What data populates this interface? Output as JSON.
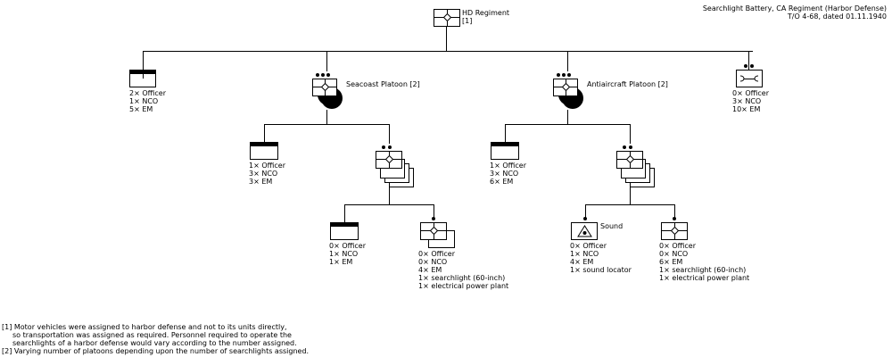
{
  "title": {
    "line1": "Searchlight Battery, CA Regiment (Harbor Defense)",
    "line2": "T/O 4-68, dated 01.11.1940"
  },
  "regiment": {
    "name": "HD Regiment",
    "note": "[1]"
  },
  "battery_hq": {
    "lines": [
      "2× Officer",
      "1× NCO",
      "5× EM"
    ]
  },
  "maintenance": {
    "icon": "wrench-icon",
    "lines": [
      "0× Officer",
      "3× NCO",
      "10× EM"
    ]
  },
  "seacoast_platoon": {
    "name": "Seacoast Platoon [2]",
    "hq": {
      "lines": [
        "1× Officer",
        "3× NCO",
        "3× EM"
      ]
    },
    "section_hq": {
      "lines": [
        "0× Officer",
        "1× NCO",
        "1× EM"
      ]
    },
    "searchlight_squad": {
      "lines": [
        "0× Officer",
        "0× NCO",
        "4× EM",
        "1× searchlight (60-inch)",
        "1× electrical power plant"
      ]
    }
  },
  "antiaircraft_platoon": {
    "name": "Antiaircraft Platoon [2]",
    "hq": {
      "lines": [
        "1× Officer",
        "3× NCO",
        "6× EM"
      ]
    },
    "sound_squad": {
      "name": "Sound",
      "icon": "sound-locator-icon",
      "lines": [
        "0× Officer",
        "1× NCO",
        "4× EM",
        "1× sound locator"
      ]
    },
    "searchlight_squad": {
      "lines": [
        "0× Officer",
        "0× NCO",
        "6× EM",
        "1× searchlight (60-inch)",
        "1× electrical power plant"
      ]
    }
  },
  "notes": {
    "n1_line1": "[1] Motor vehicles were assigned to harbor defense and not to its units directly,",
    "n1_line2": "so transportation was assigned as required. Personnel required to operate the",
    "n1_line3": "searchlights of a harbor defense would vary according to the number assigned.",
    "n2": "[2] Varying number of platoons depending upon the number of searchlights assigned."
  }
}
